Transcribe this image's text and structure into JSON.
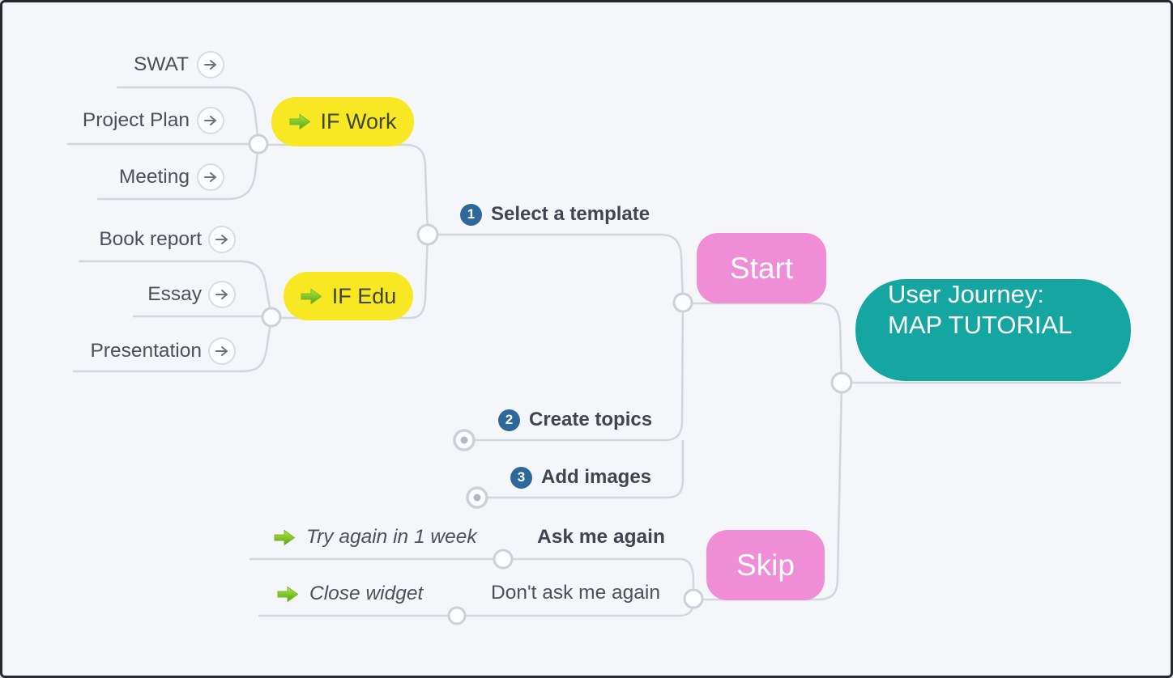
{
  "root": {
    "line1": "User Journey:",
    "line2": "MAP TUTORIAL"
  },
  "branches": {
    "start": "Start",
    "skip": "Skip"
  },
  "steps": [
    {
      "num": "1",
      "label": "Select a template"
    },
    {
      "num": "2",
      "label": "Create topics"
    },
    {
      "num": "3",
      "label": "Add images"
    }
  ],
  "conditions": {
    "if_work": "IF Work",
    "if_edu": "IF Edu"
  },
  "work_templates": [
    "SWAT",
    "Project Plan",
    "Meeting"
  ],
  "edu_templates": [
    "Book report",
    "Essay",
    "Presentation"
  ],
  "skip_options": {
    "ask_again": "Ask me again",
    "ask_again_action": "Try again in 1 week",
    "dont_ask": "Don't ask me again",
    "dont_ask_action": "Close widget"
  },
  "icons": {
    "link_icon": "right-arrow-in-circle",
    "marker_icon": "green-right-arrow"
  },
  "colors": {
    "background": "#f4f6f9",
    "frame_border": "#26292d",
    "connector": "#d2d7dd",
    "node_yellow": "#f8e723",
    "node_pink": "#ef8ed6",
    "node_teal": "#16a6a1",
    "badge_blue": "#2f689b",
    "text_dark": "#3f464f",
    "green_arrow": "#54a509"
  }
}
